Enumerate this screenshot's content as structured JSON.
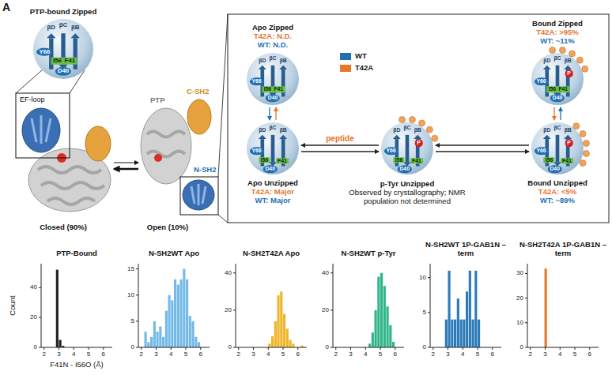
{
  "diagram": {
    "nodes": [
      {
        "text": [
          "PTP-bound Zipped",
          "βD",
          "βC",
          "βB",
          "Y66",
          "I56",
          "F41",
          "D40"
        ]
      },
      {
        "text": [
          "Apo Zipped",
          "T42A: N.D.",
          "WT: N.D.",
          "βD",
          "βC",
          "βB",
          "Y66",
          "I56",
          "F41",
          "D40"
        ]
      },
      {
        "text": [
          "Bound Zipped",
          "T42A: >95%",
          "WT: ~11%",
          "βD",
          "βC",
          "βB",
          "Y66",
          "I56",
          "F41",
          "D40",
          "P"
        ]
      },
      {
        "text": [
          "Apo Unzipped",
          "T42A: Major",
          "WT: Major",
          "βD",
          "βC",
          "βB",
          "Y66",
          "I56",
          "F41",
          "D40"
        ]
      },
      {
        "text": [
          "p-Tyr Unzipped",
          "Observed by crystallography; NMR population not determined",
          "βD",
          "βC",
          "βB",
          "Y66",
          "I56",
          "F41",
          "D40",
          "P"
        ]
      },
      {
        "text": [
          "Bound Unzipped",
          "T42A: <5%",
          "WT: ~89%",
          "βD",
          "βC",
          "βB",
          "Y66",
          "I56",
          "F41",
          "D40",
          "P"
        ]
      }
    ],
    "edges": [
      {
        "from": 1,
        "to": 3,
        "arrow": "both"
      },
      {
        "from": 3,
        "to": 4,
        "label": "peptide",
        "arrow": "both"
      },
      {
        "from": 4,
        "to": 5,
        "arrow": "both"
      },
      {
        "from": 5,
        "to": 2,
        "arrow": "both"
      }
    ],
    "labels": [
      "A",
      "EF-loop",
      "PTP",
      "C-SH2",
      "N-SH2",
      "Closed (90%)",
      "Open (10%)",
      "PTP-Bound",
      "40",
      "20",
      "0",
      "2",
      "3",
      "4",
      "5",
      "6",
      "Count",
      "F41N - I56O (Å)",
      "N-SH2WT Apo",
      "15",
      "10",
      "5",
      "0",
      "2",
      "3",
      "4",
      "5",
      "6",
      "N-SH2T42A Apo",
      "40",
      "20",
      "0",
      "2",
      "3",
      "4",
      "5",
      "6",
      "N-SH2WT p-Tyr",
      "40",
      "20",
      "0",
      "2",
      "3",
      "4",
      "5",
      "6",
      "N-SH2WT 1P-GAB1N – term",
      "10",
      "5",
      "0",
      "2",
      "3",
      "4",
      "5",
      "6",
      "N-SH2T42A 1P-GAB1N – term",
      "30",
      "20",
      "10",
      "0",
      "2",
      "3",
      "4",
      "5",
      "6"
    ],
    "legend": [
      {
        "text": "WT",
        "color": "#1f6fb4"
      },
      {
        "text": "T42A",
        "color": "#e8762b"
      }
    ]
  }
}
